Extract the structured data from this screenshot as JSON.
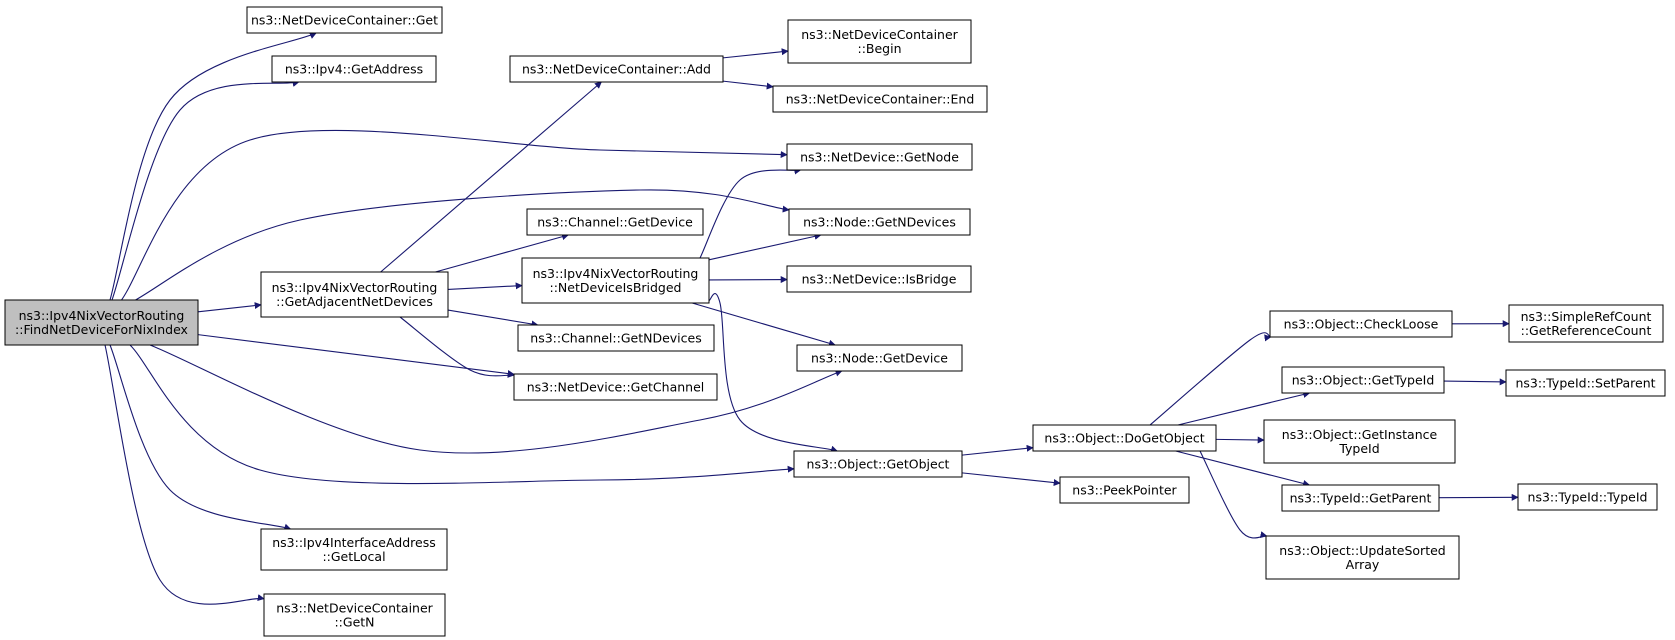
{
  "nodes": {
    "root": [
      "ns3::Ipv4NixVectorRouting",
      "::FindNetDeviceForNixIndex"
    ],
    "ndc_get": [
      "ns3::NetDeviceContainer::Get"
    ],
    "ipv4_getaddress": [
      "ns3::Ipv4::GetAddress"
    ],
    "ndc_add": [
      "ns3::NetDeviceContainer::Add"
    ],
    "ndc_begin": [
      "ns3::NetDeviceContainer",
      "::Begin"
    ],
    "ndc_end": [
      "ns3::NetDeviceContainer::End"
    ],
    "netdevice_getnode": [
      "ns3::NetDevice::GetNode"
    ],
    "channel_getdevice": [
      "ns3::Channel::GetDevice"
    ],
    "node_getndevices": [
      "ns3::Node::GetNDevices"
    ],
    "get_adjacent": [
      "ns3::Ipv4NixVectorRouting",
      "::GetAdjacentNetDevices"
    ],
    "netdevice_isbridged": [
      "ns3::Ipv4NixVectorRouting",
      "::NetDeviceIsBridged"
    ],
    "netdevice_isbridge": [
      "ns3::NetDevice::IsBridge"
    ],
    "channel_getndevices": [
      "ns3::Channel::GetNDevices"
    ],
    "node_getdevice": [
      "ns3::Node::GetDevice"
    ],
    "netdevice_getchannel": [
      "ns3::NetDevice::GetChannel"
    ],
    "object_getobject": [
      "ns3::Object::GetObject"
    ],
    "peekpointer": [
      "ns3::PeekPointer"
    ],
    "object_dogetobject": [
      "ns3::Object::DoGetObject"
    ],
    "object_checkloose": [
      "ns3::Object::CheckLoose"
    ],
    "simplerefcount": [
      "ns3::SimpleRefCount",
      "::GetReferenceCount"
    ],
    "object_gettypeid": [
      "ns3::Object::GetTypeId"
    ],
    "typeid_setparent": [
      "ns3::TypeId::SetParent"
    ],
    "object_getinstancetypeid": [
      "ns3::Object::GetInstance",
      "TypeId"
    ],
    "typeid_getparent": [
      "ns3::TypeId::GetParent"
    ],
    "typeid_typeid": [
      "ns3::TypeId::TypeId"
    ],
    "object_updatesorted": [
      "ns3::Object::UpdateSorted",
      "Array"
    ],
    "ipv4if_getlocal": [
      "ns3::Ipv4InterfaceAddress",
      "::GetLocal"
    ],
    "ndc_getn": [
      "ns3::NetDeviceContainer",
      "::GetN"
    ]
  },
  "colors": {
    "edge": "#191970",
    "root_fill": "#bfbfbf",
    "node_fill": "#ffffff",
    "border": "#000000"
  }
}
